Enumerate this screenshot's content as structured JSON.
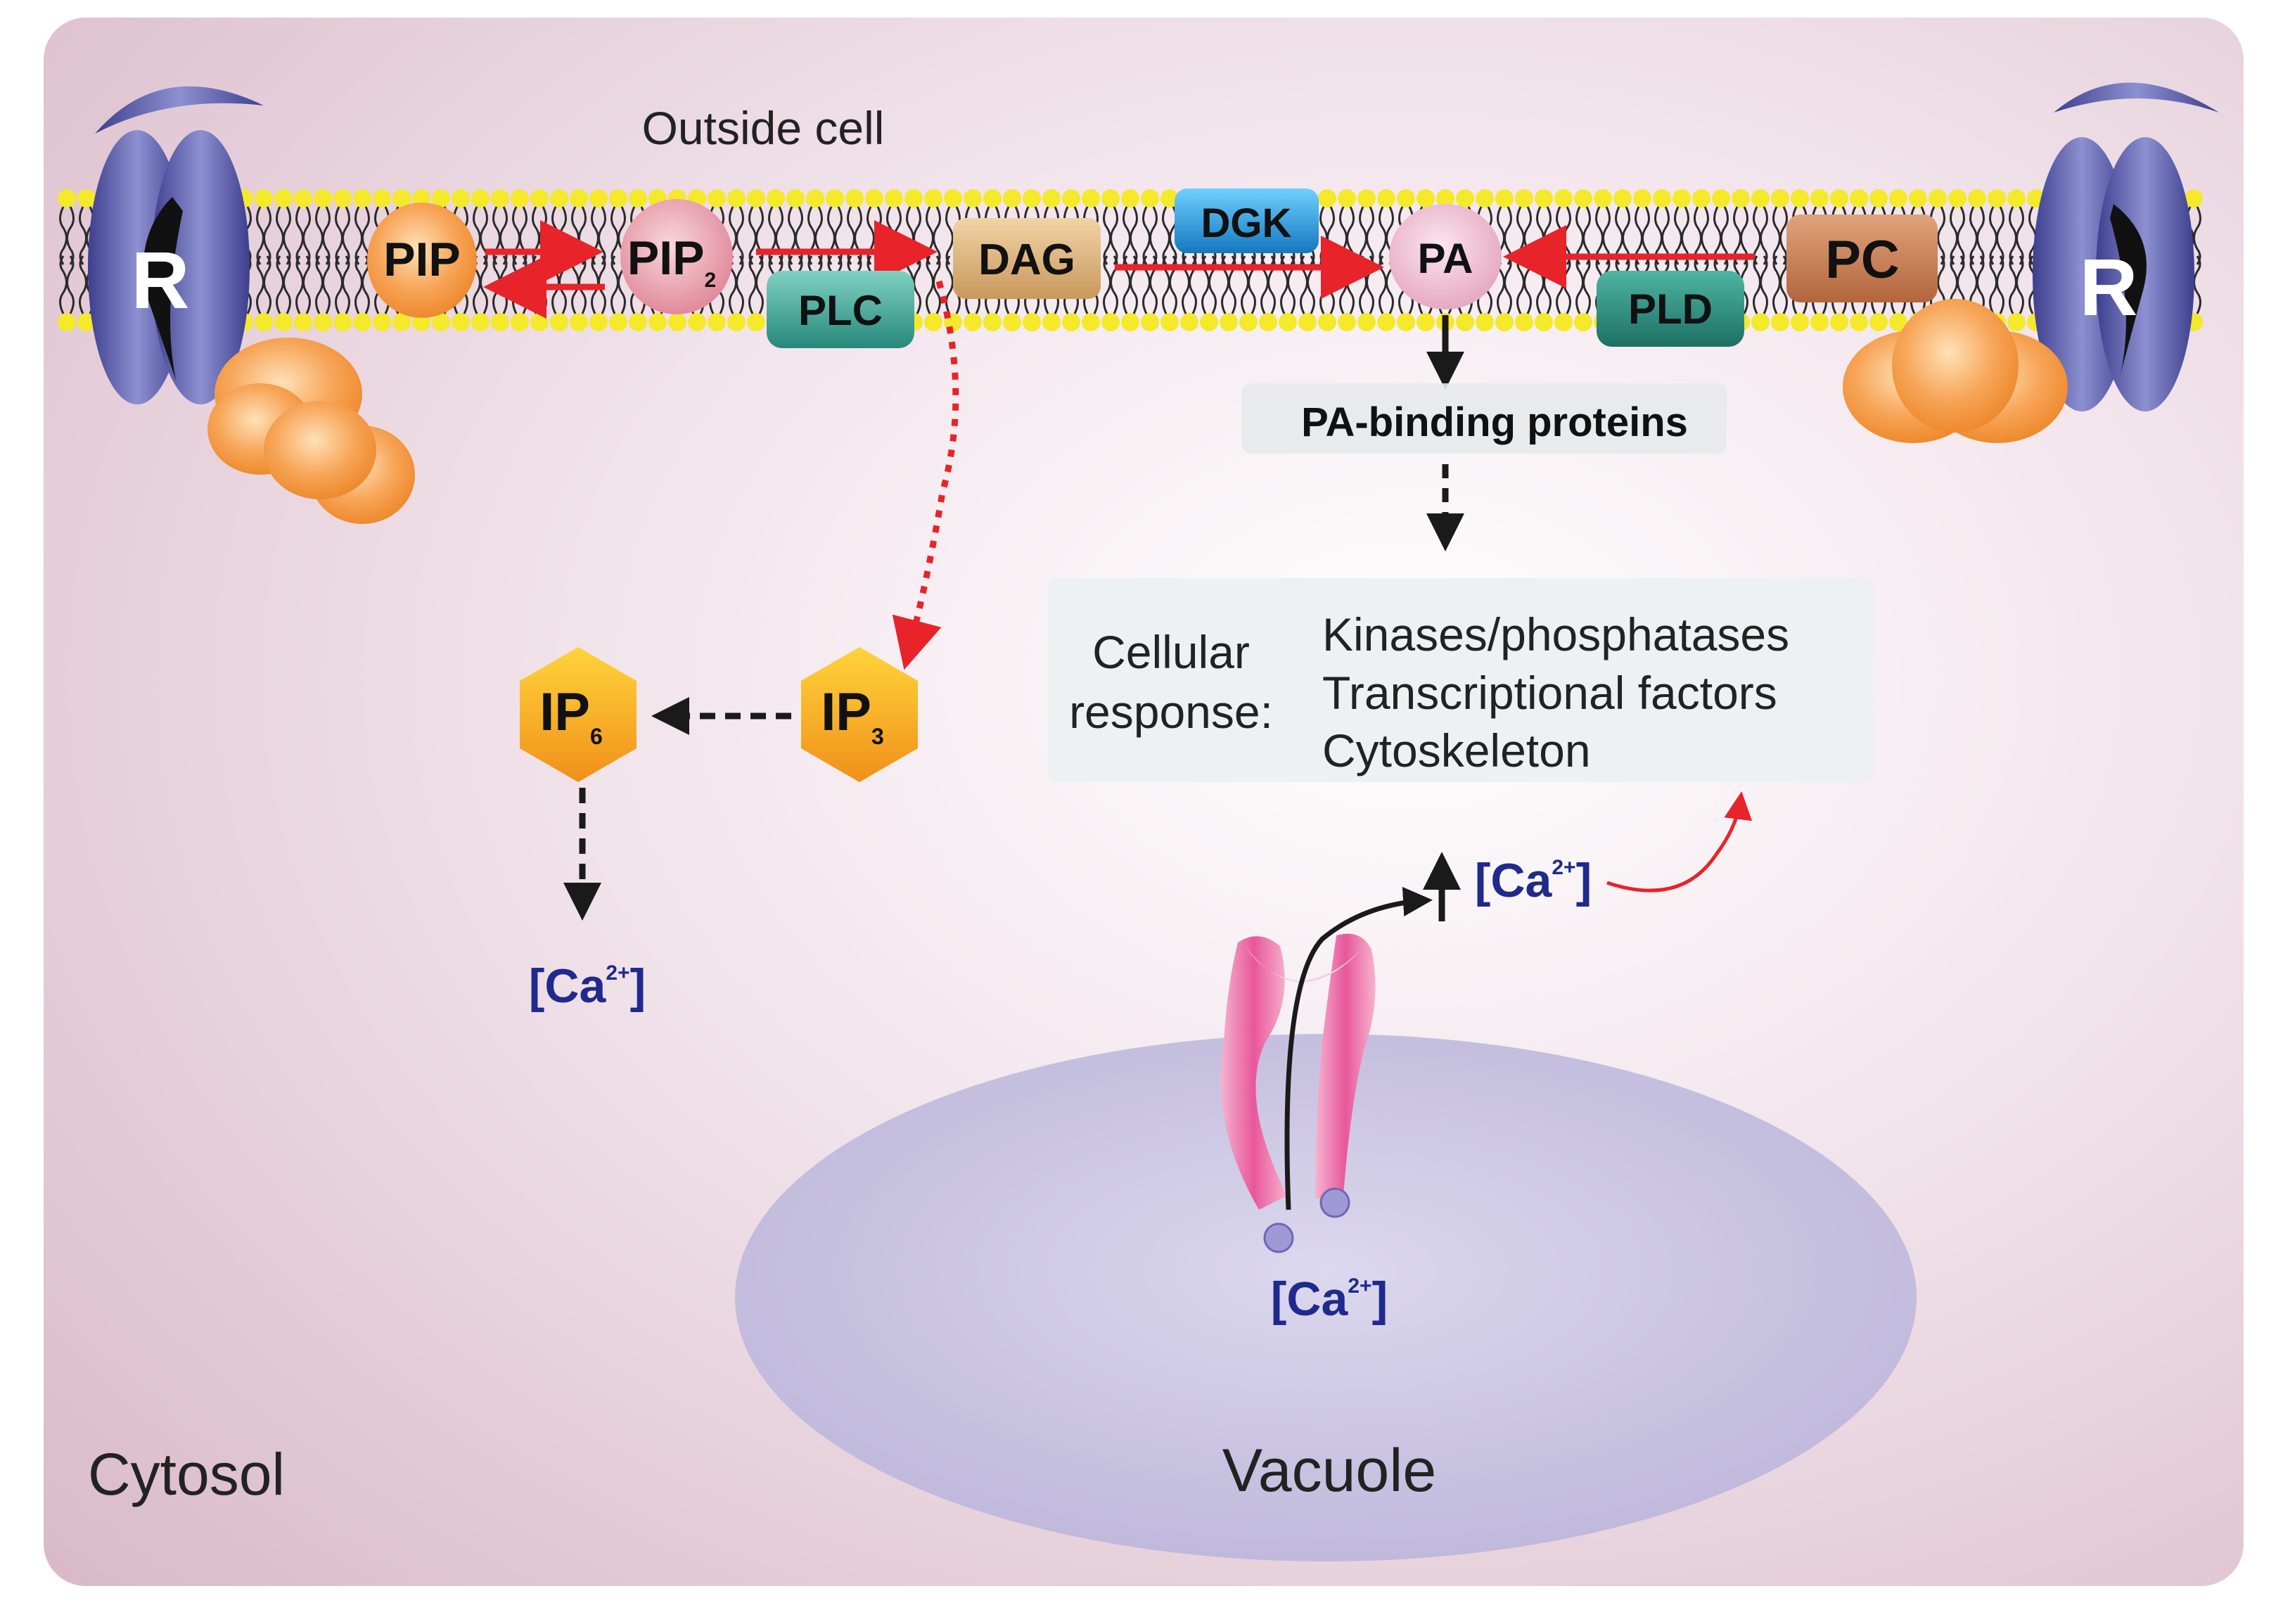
{
  "labels": {
    "outside_cell": "Outside cell",
    "cytosol": "Cytosol",
    "vacuole": "Vacuole",
    "receptor": "R"
  },
  "molecules": {
    "pip": "PIP",
    "pip2_main": "PIP",
    "pip2_sub": "2",
    "dag": "DAG",
    "pa": "PA",
    "pc": "PC",
    "ip3_main": "IP",
    "ip3_sub": "3",
    "ip6_main": "IP",
    "ip6_sub": "6"
  },
  "enzymes": {
    "plc": "PLC",
    "dgk": "DGK",
    "pld": "PLD"
  },
  "pa_binding": "PA-binding proteins",
  "cellular_response": {
    "label_line1": "Cellular",
    "label_line2": "response:",
    "items": [
      "Kinases/phosphatases",
      "Transcriptional factors",
      "Cytoskeleton"
    ]
  },
  "calcium": {
    "bracket_open": "[Ca",
    "charge": "2+",
    "bracket_close": "]"
  },
  "colors": {
    "pathway_arrow": "#e8232a",
    "dashed_arrow": "#1a1a1a",
    "calcium_text": "#1f2a8c",
    "receptor": "#5a5fae",
    "lipid_head": "#f4e92a",
    "plc_dgk_box_teal": "#2e9c8c",
    "dgk_blue": "#1f8fd6",
    "dag_tan": "#d9b07a",
    "pc_brown": "#c9784a",
    "hexagon_orange": "#f5a316",
    "vacuole": "#c8c3e0",
    "channel_pink": "#ea5c9e"
  }
}
